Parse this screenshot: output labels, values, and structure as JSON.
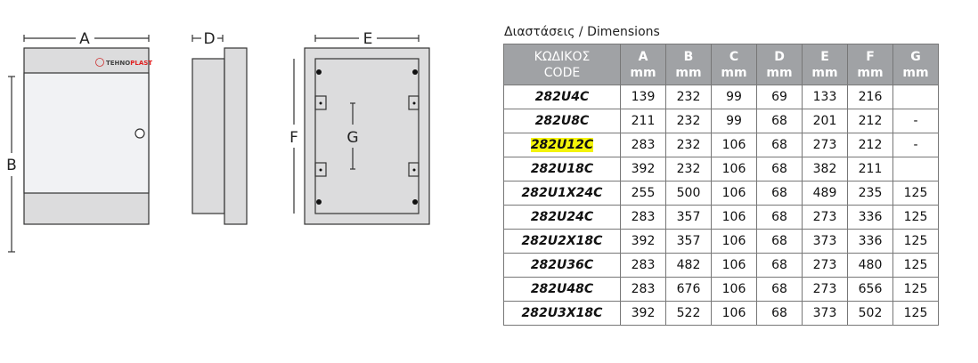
{
  "drawing": {
    "labels": {
      "a": "A",
      "b": "B",
      "d": "D",
      "e": "E",
      "f": "F",
      "g": "G"
    },
    "brand": {
      "part1": "TEHNO",
      "part2": "PLAST"
    }
  },
  "table": {
    "title": "Διαστάσεις / Dimensions",
    "headers": [
      {
        "top": "ΚΩΔΙΚΟΣ",
        "bottom": "CODE"
      },
      {
        "top": "A",
        "bottom": "mm"
      },
      {
        "top": "B",
        "bottom": "mm"
      },
      {
        "top": "C",
        "bottom": "mm"
      },
      {
        "top": "D",
        "bottom": "mm"
      },
      {
        "top": "E",
        "bottom": "mm"
      },
      {
        "top": "F",
        "bottom": "mm"
      },
      {
        "top": "G",
        "bottom": "mm"
      }
    ],
    "rows": [
      {
        "code": "282U4C",
        "values": [
          "139",
          "232",
          "99",
          "69",
          "133",
          "216",
          ""
        ]
      },
      {
        "code": "282U8C",
        "values": [
          "211",
          "232",
          "99",
          "68",
          "201",
          "212",
          "-"
        ]
      },
      {
        "code": "282U12C",
        "highlight": true,
        "values": [
          "283",
          "232",
          "106",
          "68",
          "273",
          "212",
          "-"
        ]
      },
      {
        "code": "282U18C",
        "values": [
          "392",
          "232",
          "106",
          "68",
          "382",
          "211",
          ""
        ]
      },
      {
        "code": "282U1X24C",
        "values": [
          "255",
          "500",
          "106",
          "68",
          "489",
          "235",
          "125"
        ]
      },
      {
        "code": "282U24C",
        "values": [
          "283",
          "357",
          "106",
          "68",
          "273",
          "336",
          "125"
        ]
      },
      {
        "code": "282U2X18C",
        "values": [
          "392",
          "357",
          "106",
          "68",
          "373",
          "336",
          "125"
        ]
      },
      {
        "code": "282U36C",
        "values": [
          "283",
          "482",
          "106",
          "68",
          "273",
          "480",
          "125"
        ]
      },
      {
        "code": "282U48C",
        "values": [
          "283",
          "676",
          "106",
          "68",
          "273",
          "656",
          "125"
        ]
      },
      {
        "code": "282U3X18C",
        "values": [
          "392",
          "522",
          "106",
          "68",
          "373",
          "502",
          "125"
        ]
      }
    ]
  },
  "colors": {
    "header_bg": "#a0a2a5",
    "highlight": "#f4f40a",
    "brand_red": "#e02020"
  }
}
